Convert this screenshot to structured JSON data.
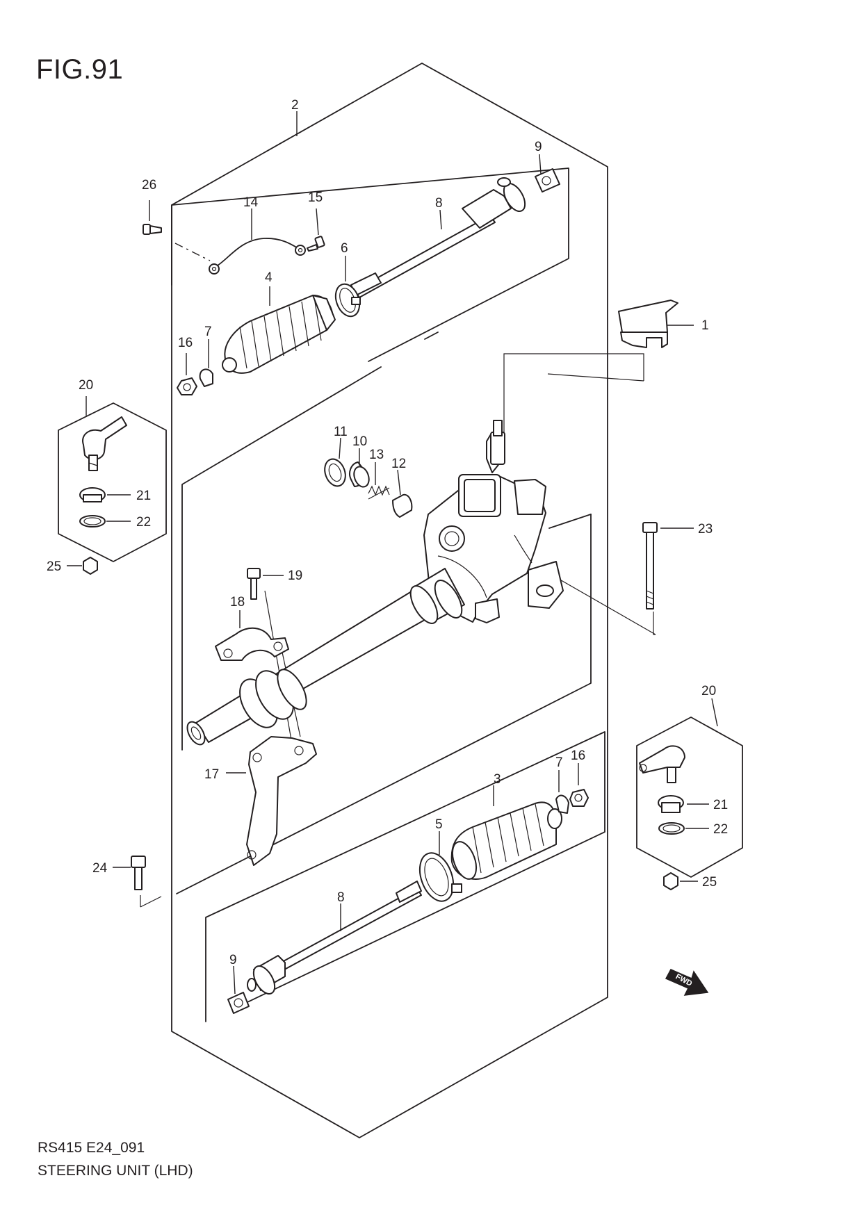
{
  "figure_title": "FIG.91",
  "footer": {
    "code": "RS415 E24_091",
    "caption": "STEERING UNIT (LHD)"
  },
  "fwd_label": "FWD",
  "callouts": {
    "c1": "1",
    "c2": "2",
    "c3": "3",
    "c4": "4",
    "c5": "5",
    "c6": "6",
    "c7a": "7",
    "c7b": "7",
    "c8a": "8",
    "c8b": "8",
    "c9a": "9",
    "c9b": "9",
    "c10": "10",
    "c11": "11",
    "c12": "12",
    "c13": "13",
    "c14": "14",
    "c15": "15",
    "c16a": "16",
    "c16b": "16",
    "c17": "17",
    "c18": "18",
    "c19": "19",
    "c20a": "20",
    "c20b": "20",
    "c21a": "21",
    "c21b": "21",
    "c22a": "22",
    "c22b": "22",
    "c23": "23",
    "c24": "24",
    "c25a": "25",
    "c25b": "25",
    "c26": "26"
  }
}
